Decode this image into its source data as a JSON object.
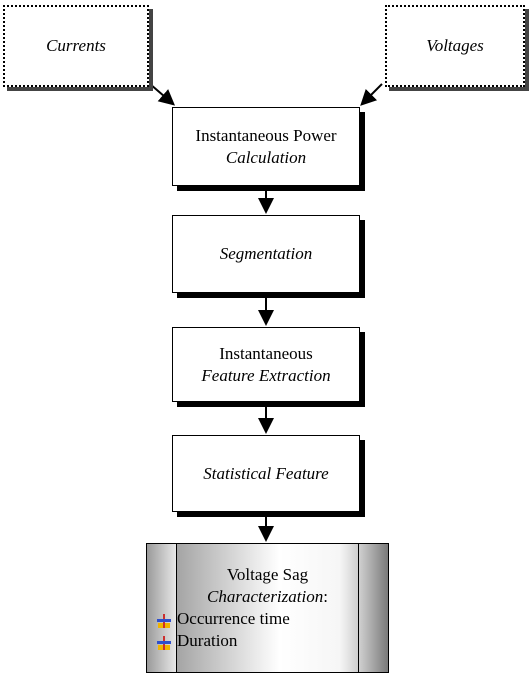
{
  "inputs": {
    "currents": "Currents",
    "voltages": "Voltages"
  },
  "steps": {
    "power_line1": "Instantaneous Power",
    "power_line2": "Calculation",
    "segmentation": "Segmentation",
    "feature_line1": "Instantaneous",
    "feature_line2": "Feature Extraction",
    "statistical": "Statistical Feature"
  },
  "output": {
    "title": "Voltage Sag",
    "subtitle": "Characterization",
    "subtitle_suffix": ":",
    "items": [
      "Occurrence time",
      "Duration"
    ]
  },
  "icons": {
    "bullet": "layout-bullet-icon"
  }
}
